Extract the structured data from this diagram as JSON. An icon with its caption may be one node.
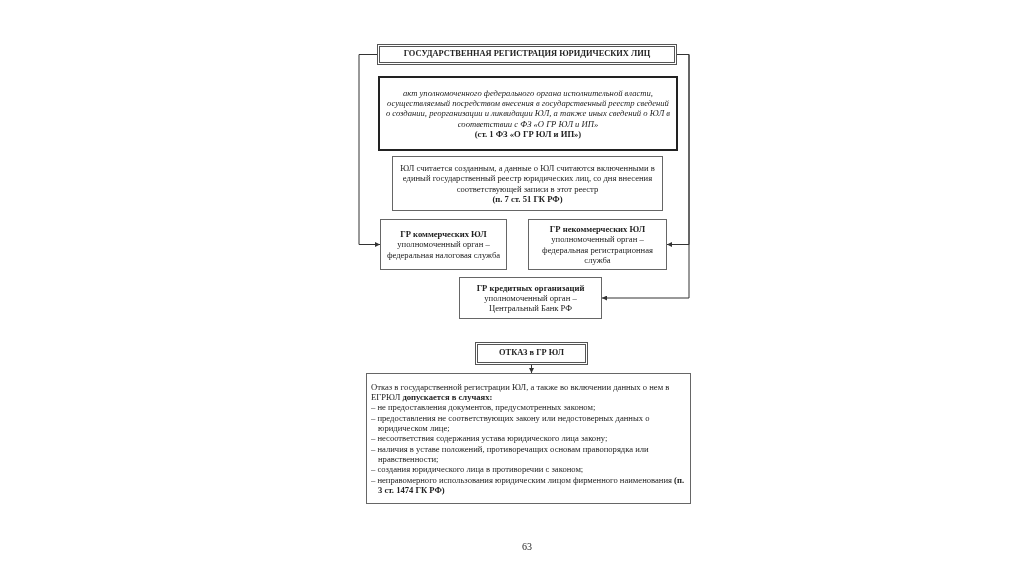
{
  "diagram": {
    "nodes": [
      {
        "text": [
          "ГОСУДАРСТВЕННАЯ РЕГИСТРАЦИЯ ЮРИДИЧЕСКИХ ЛИЦ"
        ]
      },
      {
        "text": [
          "акт уполномоченного федерального органа исполнительной власти, осуществляемый посредством внесения в государственный реестр сведений о создании, реорганизации и ликвидации ЮЛ, а также иных сведений о ЮЛ в соответствии с ФЗ «О ГР ЮЛ и ИП»",
          "(ст. 1 ФЗ «О ГР ЮЛ и ИП»)"
        ]
      },
      {
        "text": [
          "ЮЛ считается созданным, а данные о ЮЛ считаются включенными в единый государственный реестр юридических лиц, со дня внесения соответствующей записи в этот реестр",
          "(п. 7 ст. 51 ГК РФ)"
        ]
      },
      {
        "text": [
          "ГР коммерческих ЮЛ",
          "уполномоченный орган – федеральная налоговая служба"
        ]
      },
      {
        "text": [
          "ГР некоммерческих ЮЛ",
          "уполномоченный орган – федеральная регистрационная служба"
        ]
      },
      {
        "text": [
          "ГР кредитных организаций",
          "уполномоченный орган – Центральный Банк РФ"
        ]
      },
      {
        "text": [
          "ОТКАЗ в ГР ЮЛ"
        ]
      },
      {
        "text": [
          "Отказ в государственной регистрации ЮЛ, а также во включении данных о нем в ЕГРЮЛ **допускается в случаях:**",
          "– не предоставления документов, предусмотренных законом;",
          "– предоставления не соответствующих закону или недостоверных данных о юридическом лице;",
          "– несоответствия содержания устава юридического лица закону;",
          "– наличия в уставе положений, противоречащих основам правопорядка или нравственности;",
          "– создания юридического лица в противоречии с законом;",
          "– неправомерного использования юридическим лицом фирменного наименования **(п. 3 ст. 1474 ГК РФ)**"
        ]
      }
    ],
    "edges": [
      {
        "from": 0,
        "to": 3,
        "arrow": "to"
      },
      {
        "from": 0,
        "to": 4,
        "arrow": "to"
      },
      {
        "from": 0,
        "to": 5,
        "arrow": "to"
      },
      {
        "from": 6,
        "to": 7,
        "arrow": "to"
      }
    ],
    "labels": [
      "63"
    ]
  }
}
